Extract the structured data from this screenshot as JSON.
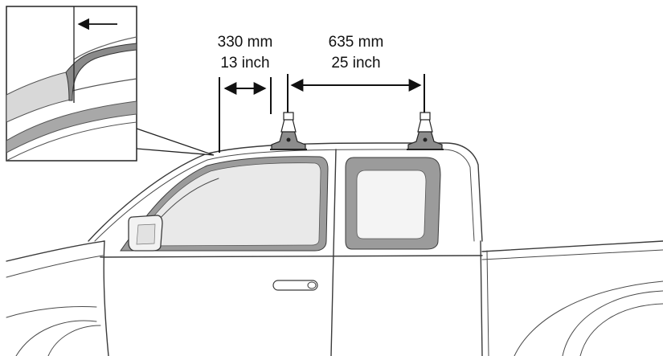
{
  "dimensions": {
    "front_gap": {
      "metric": "330 mm",
      "imperial": "13 inch"
    },
    "bar_spacing": {
      "metric": "635 mm",
      "imperial": "25 inch"
    }
  },
  "colors": {
    "outline": "#3a3a3a",
    "glass": "#e9e9e9",
    "window_frame": "#9b9b9b",
    "rack_foot": "#8c8c8c",
    "text": "#111111"
  },
  "icons": {
    "inset_arrow": "arrow-left-icon",
    "dimension_arrows": "double-headed-arrow-icon"
  }
}
